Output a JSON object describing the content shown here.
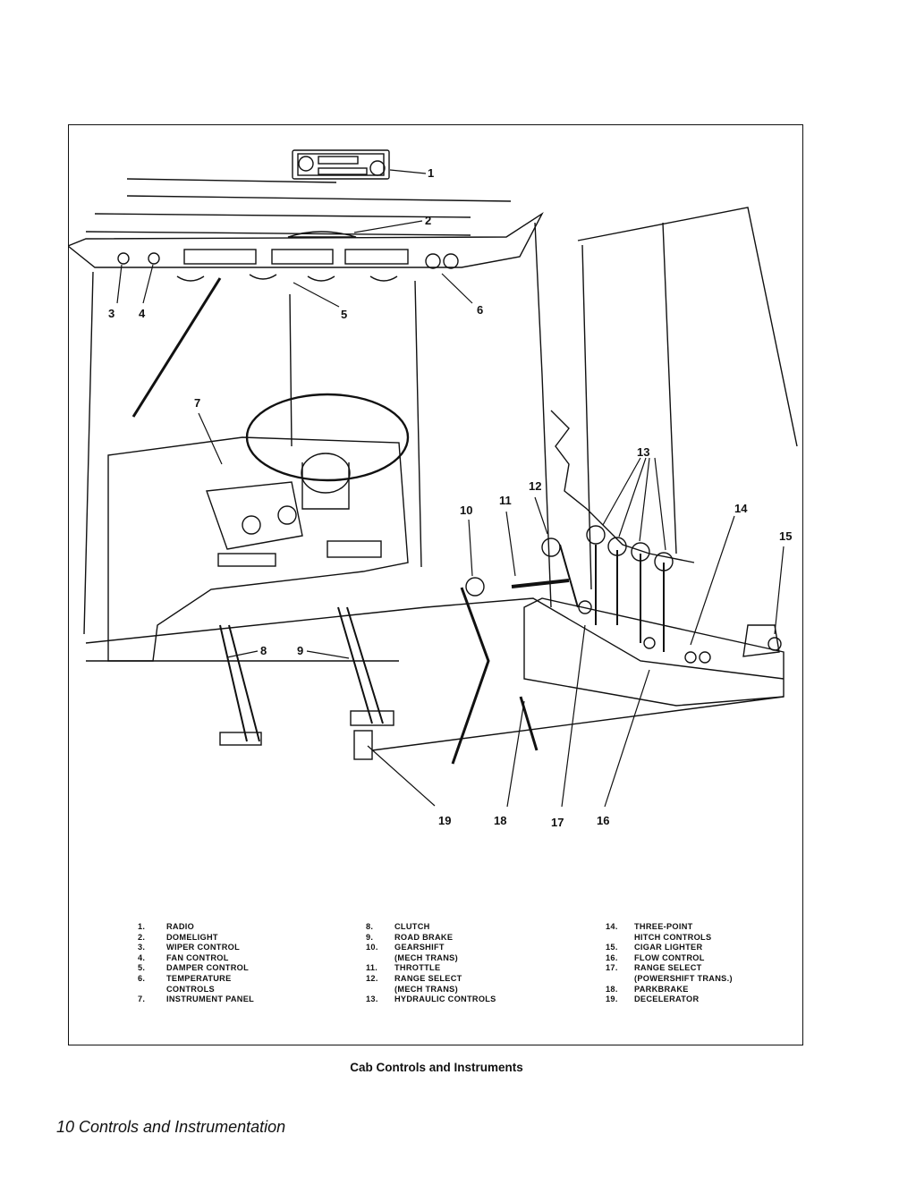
{
  "diagram": {
    "callouts": [
      "1",
      "2",
      "3",
      "4",
      "5",
      "6",
      "7",
      "8",
      "9",
      "10",
      "11",
      "12",
      "13",
      "14",
      "15",
      "16",
      "17",
      "18",
      "19"
    ]
  },
  "legend": {
    "columns": [
      [
        {
          "num": "1.",
          "label": "RADIO"
        },
        {
          "num": "2.",
          "label": "DOMELIGHT"
        },
        {
          "num": "3.",
          "label": "WIPER CONTROL"
        },
        {
          "num": "4.",
          "label": "FAN CONTROL"
        },
        {
          "num": "5.",
          "label": "DAMPER CONTROL"
        },
        {
          "num": "6.",
          "label": "TEMPERATURE\nCONTROLS"
        },
        {
          "num": "7.",
          "label": "INSTRUMENT PANEL"
        }
      ],
      [
        {
          "num": "8.",
          "label": "CLUTCH"
        },
        {
          "num": "9.",
          "label": "ROAD BRAKE"
        },
        {
          "num": "10.",
          "label": "GEARSHIFT\n(MECH TRANS)"
        },
        {
          "num": "11.",
          "label": "THROTTLE"
        },
        {
          "num": "12.",
          "label": "RANGE SELECT\n(MECH TRANS)"
        },
        {
          "num": "13.",
          "label": "HYDRAULIC CONTROLS"
        }
      ],
      [
        {
          "num": "14.",
          "label": "THREE-POINT\nHITCH CONTROLS"
        },
        {
          "num": "15.",
          "label": "CIGAR LIGHTER"
        },
        {
          "num": "16.",
          "label": "FLOW CONTROL"
        },
        {
          "num": "17.",
          "label": "RANGE SELECT\n(POWERSHIFT TRANS.)"
        },
        {
          "num": "18.",
          "label": "PARKBRAKE"
        },
        {
          "num": "19.",
          "label": "DECELERATOR"
        }
      ]
    ]
  },
  "caption": "Cab Controls and Instruments",
  "footer": "10 Controls and Instrumentation"
}
